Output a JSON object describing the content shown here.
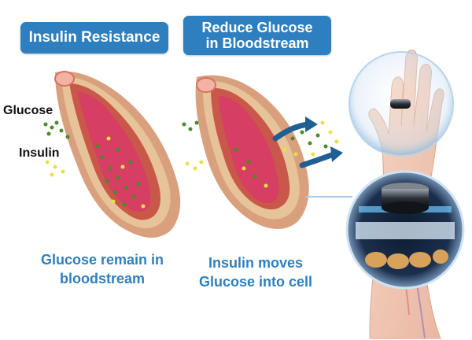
{
  "left_panel": {
    "title": "Insulin Resistance",
    "caption_line1": "Glucose remain in",
    "caption_line2": "bloodstream",
    "labels": {
      "glucose": "Glucose",
      "insulin": "Insulin"
    }
  },
  "middle_panel": {
    "title_line1": "Reduce Glucose",
    "title_line2": "in Bloodstream",
    "caption_line1": "Insulin moves",
    "caption_line2": "Glucose into cell"
  },
  "colors": {
    "accent": "#2e7fbf",
    "glucose_dot": "#4a8a2a",
    "insulin_dot": "#e8e04a",
    "vessel_outer": "#c9574a",
    "vessel_inner": "#d63e63",
    "arrow": "#1f5f93"
  },
  "icons": [
    "hand-icon",
    "smart-ring-icon",
    "arrow-right-icon"
  ]
}
